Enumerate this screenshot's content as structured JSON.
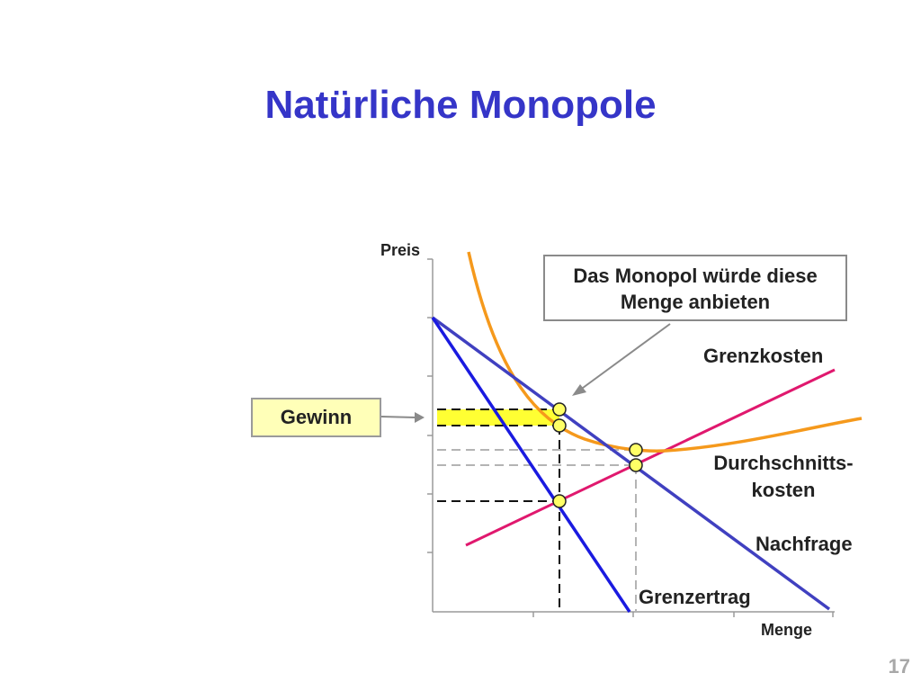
{
  "slide": {
    "title": "Natürliche Monopole",
    "page_number": "17"
  },
  "axes": {
    "y_label": "Preis",
    "x_label": "Menge"
  },
  "curve_labels": {
    "grenzkosten": "Grenzkosten",
    "durchschnittskosten_line1": "Durchschnitts-",
    "durchschnittskosten_line2": "kosten",
    "nachfrage": "Nachfrage",
    "grenzertrag": "Grenzertrag"
  },
  "callout": {
    "line1": "Das Monopol würde diese",
    "line2": "Menge anbieten"
  },
  "gewinn_box": {
    "label": "Gewinn"
  },
  "colors": {
    "title": "#3535c8",
    "nachfrage": "#4040c0",
    "grenzertrag": "#1a1ae0",
    "grenzkosten": "#e0186e",
    "durchschnittskosten": "#f5991c",
    "gewinn_fill": "#ffff33",
    "point_fill": "#ffff66"
  }
}
